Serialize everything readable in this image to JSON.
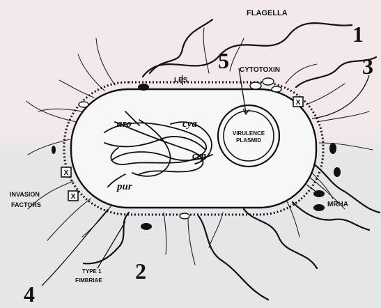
{
  "labels": {
    "flagella": "FLAGELLA",
    "cytotoxin": "CYTOTOXIN",
    "lps": "LPS",
    "virulence_plasmid_line1": "VIRULENCE",
    "virulence_plasmid_line2": "PLASMID",
    "invasion_line1": "INVASION",
    "invasion_line2": "FACTORS",
    "type1_line1": "TYPE 1",
    "type1_line2": "FIMBRIAE",
    "mrha": "MRHA",
    "gene_aro": "aro",
    "gene_cya": "cya",
    "gene_crp": "crp",
    "gene_pur": "pur",
    "num_1": "1",
    "num_2": "2",
    "num_3": "3",
    "num_4": "4",
    "num_5": "5",
    "box_marker": "X"
  },
  "colors": {
    "background_top": "#f3e9eb",
    "background_bottom": "#e4e6e8",
    "ink": "#111111",
    "cell_fill": "#f7f7f5"
  }
}
